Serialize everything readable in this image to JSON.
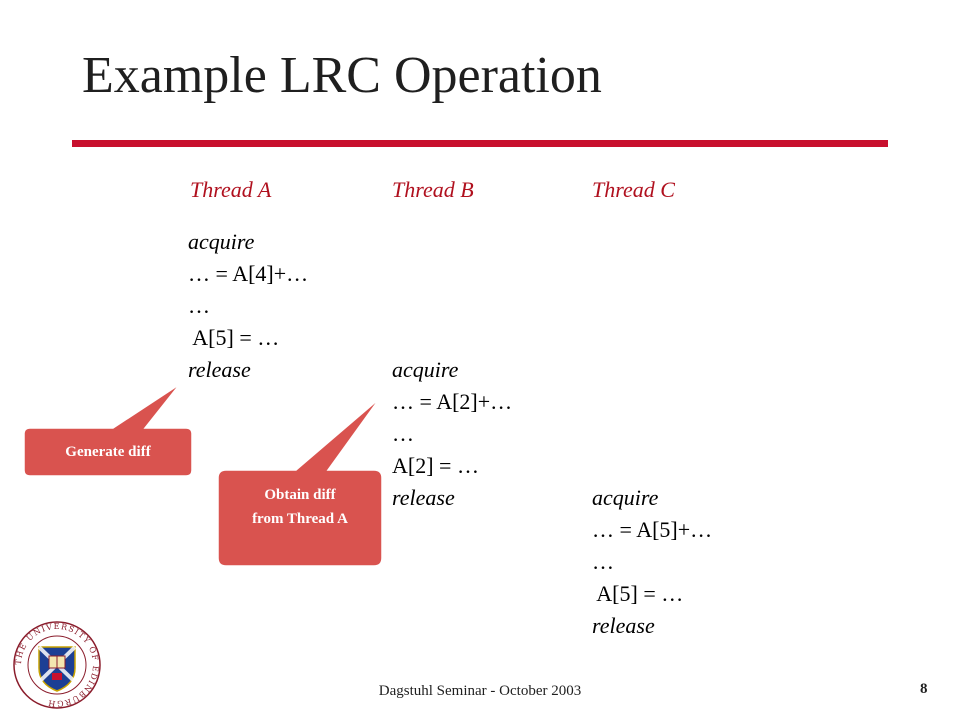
{
  "slide": {
    "title": "Example LRC Operation",
    "accent_color": "#c8102e",
    "callout_color": "#d9534f"
  },
  "threads": {
    "a": {
      "header": "Thread A",
      "lines": [
        "acquire",
        "… = A[4]+…",
        "…",
        " A[5] = …",
        "release"
      ]
    },
    "b": {
      "header": "Thread B",
      "lines": [
        "acquire",
        "… = A[2]+…",
        "…",
        "A[2] = …",
        "release"
      ]
    },
    "c": {
      "header": "Thread C",
      "lines": [
        "acquire",
        "… = A[5]+…",
        "…",
        " A[5] = …",
        "release"
      ]
    }
  },
  "callouts": {
    "generate": "Generate diff",
    "obtain_line1": "Obtain diff",
    "obtain_line2": "from Thread A"
  },
  "footer": {
    "text": "Dagstuhl Seminar - October 2003",
    "page": "8"
  },
  "logo": {
    "icon": "university-of-edinburgh-crest-icon",
    "ring_text": "THE UNIVERSITY OF EDINBURGH"
  }
}
